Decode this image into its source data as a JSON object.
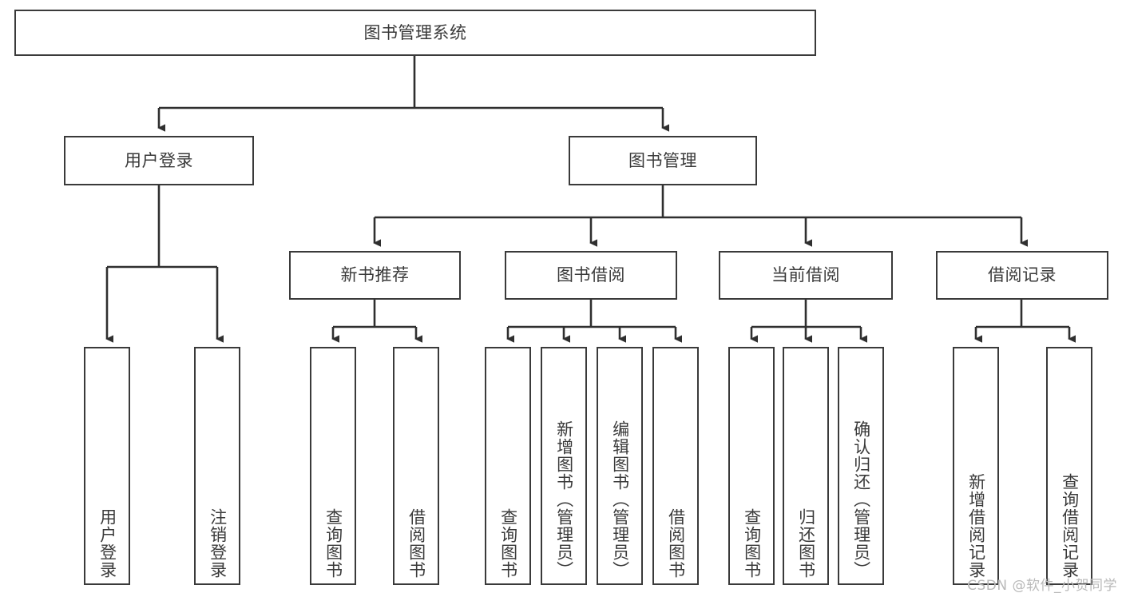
{
  "diagram": {
    "type": "tree",
    "title": "图书管理系统",
    "orientation": "top-down",
    "colors": {
      "node_border": "#3a3a3a",
      "node_fill": "#ffffff",
      "edge": "#2f2f2f",
      "text": "#3a3a3a",
      "watermark": "#b9b9b9",
      "background": "#ffffff"
    },
    "nodes": {
      "root": {
        "label": "图书管理系统",
        "level": 0,
        "orientation": "horizontal"
      },
      "user_login": {
        "label": "用户登录",
        "level": 1,
        "orientation": "horizontal"
      },
      "book_manage": {
        "label": "图书管理",
        "level": 1,
        "orientation": "horizontal"
      },
      "new_book_rec": {
        "label": "新书推荐",
        "level": 2,
        "orientation": "horizontal"
      },
      "book_borrow": {
        "label": "图书借阅",
        "level": 2,
        "orientation": "horizontal"
      },
      "current_borrow": {
        "label": "当前借阅",
        "level": 2,
        "orientation": "horizontal"
      },
      "borrow_record": {
        "label": "借阅记录",
        "level": 2,
        "orientation": "horizontal"
      },
      "leaf_user_login": {
        "label": "用户登录",
        "level": 3,
        "orientation": "vertical"
      },
      "leaf_user_logout": {
        "label": "注销登录",
        "level": 3,
        "orientation": "vertical"
      },
      "leaf_query_book_1": {
        "label": "查询图书",
        "level": 3,
        "orientation": "vertical"
      },
      "leaf_borrow_book_1": {
        "label": "借阅图书",
        "level": 3,
        "orientation": "vertical"
      },
      "leaf_query_book_2": {
        "label": "查询图书",
        "level": 3,
        "orientation": "vertical"
      },
      "leaf_add_book": {
        "label": "新增图书（管理员）",
        "level": 3,
        "orientation": "vertical"
      },
      "leaf_edit_book": {
        "label": "编辑图书（管理员）",
        "level": 3,
        "orientation": "vertical"
      },
      "leaf_borrow_book_2": {
        "label": "借阅图书",
        "level": 3,
        "orientation": "vertical"
      },
      "leaf_query_book_3": {
        "label": "查询图书",
        "level": 3,
        "orientation": "vertical"
      },
      "leaf_return_book": {
        "label": "归还图书",
        "level": 3,
        "orientation": "vertical"
      },
      "leaf_confirm_return": {
        "label": "确认归还（管理员）",
        "level": 3,
        "orientation": "vertical"
      },
      "leaf_add_record": {
        "label": "新增借阅记录",
        "level": 3,
        "orientation": "vertical"
      },
      "leaf_query_record": {
        "label": "查询借阅记录",
        "level": 3,
        "orientation": "vertical"
      }
    },
    "edges": [
      {
        "from": "root",
        "to": "user_login"
      },
      {
        "from": "root",
        "to": "book_manage"
      },
      {
        "from": "book_manage",
        "to": "new_book_rec"
      },
      {
        "from": "book_manage",
        "to": "book_borrow"
      },
      {
        "from": "book_manage",
        "to": "current_borrow"
      },
      {
        "from": "book_manage",
        "to": "borrow_record"
      },
      {
        "from": "user_login",
        "to": "leaf_user_login"
      },
      {
        "from": "user_login",
        "to": "leaf_user_logout"
      },
      {
        "from": "new_book_rec",
        "to": "leaf_query_book_1"
      },
      {
        "from": "new_book_rec",
        "to": "leaf_borrow_book_1"
      },
      {
        "from": "book_borrow",
        "to": "leaf_query_book_2"
      },
      {
        "from": "book_borrow",
        "to": "leaf_add_book"
      },
      {
        "from": "book_borrow",
        "to": "leaf_edit_book"
      },
      {
        "from": "book_borrow",
        "to": "leaf_borrow_book_2"
      },
      {
        "from": "current_borrow",
        "to": "leaf_query_book_3"
      },
      {
        "from": "current_borrow",
        "to": "leaf_return_book"
      },
      {
        "from": "current_borrow",
        "to": "leaf_confirm_return"
      },
      {
        "from": "borrow_record",
        "to": "leaf_add_record"
      },
      {
        "from": "borrow_record",
        "to": "leaf_query_record"
      }
    ]
  },
  "watermark": {
    "text": "CSDN @软件_小贺同学"
  }
}
